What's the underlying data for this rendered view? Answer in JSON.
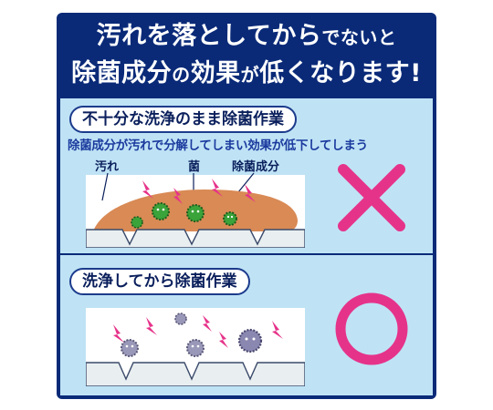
{
  "headline": {
    "line1_a": "汚れを落としてから",
    "line1_b": "でないと",
    "line2_a": "除菌成分",
    "line2_b": "の",
    "line2_c": "効果",
    "line2_d": "が",
    "line2_e": "低くなります!"
  },
  "panel_bad": {
    "title": "不十分な洗浄のまま除菌作業",
    "description": "除菌成分が汚れで分解してしまい効果が低下してしまう",
    "labels": {
      "dirt": "汚れ",
      "germ": "菌",
      "agent": "除菌成分"
    },
    "result_symbol": "cross"
  },
  "panel_good": {
    "title": "洗浄してから除菌作業",
    "result_symbol": "circle"
  },
  "colors": {
    "navy": "#0a2a78",
    "panel_bg": "#bfe3f5",
    "magenta": "#e6338a",
    "dirt": "#d98a55",
    "germ_green": "#3aa33a",
    "germ_gray": "#9a98b8"
  }
}
